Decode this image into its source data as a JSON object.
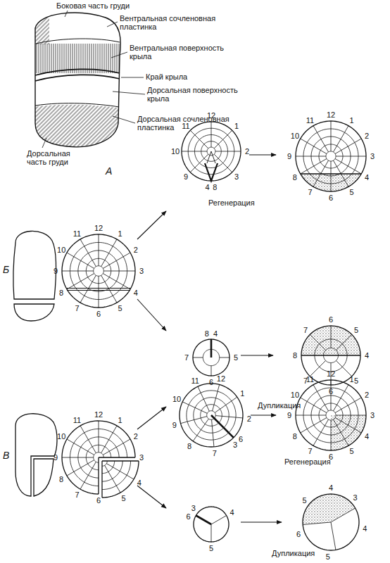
{
  "diagram": {
    "labels": [
      "Боковая часть груди",
      "Вентральная сочленовная пластинка",
      "Вентральная поверхность крыла",
      "Край крыла",
      "Дорсальная поверхность крыла",
      "Дорсальная сочленовная пластинка",
      "Дорсальная часть груди",
      "А",
      "Б",
      "12",
      "1",
      "2",
      "3",
      "4",
      "5",
      "6",
      "7",
      "8",
      "9",
      "10",
      "11",
      "12",
      "1",
      "2",
      "3",
      "4",
      "8",
      "9",
      "10",
      "11",
      "12",
      "1",
      "2",
      "3",
      "4",
      "5",
      "6",
      "7",
      "8",
      "9",
      "10",
      "11",
      "Регенерация",
      "8",
      "4",
      "7",
      "5",
      "6",
      "6",
      "7",
      "5",
      "8",
      "4",
      "7",
      "5",
      "6",
      "Дупликация",
      "В",
      "12",
      "1",
      "2",
      "3",
      "4",
      "5",
      "6",
      "7",
      "8",
      "9",
      "10",
      "11",
      "12",
      "1",
      "2",
      "3",
      "6",
      "7",
      "8",
      "9",
      "10",
      "11",
      "12",
      "1",
      "2",
      "3",
      "4",
      "5",
      "6",
      "7",
      "8",
      "9",
      "10",
      "11",
      "Регенерация",
      "3",
      "6",
      "4",
      "5",
      "4",
      "5",
      "3",
      "6",
      "4",
      "5",
      "Дупликация"
    ]
  }
}
